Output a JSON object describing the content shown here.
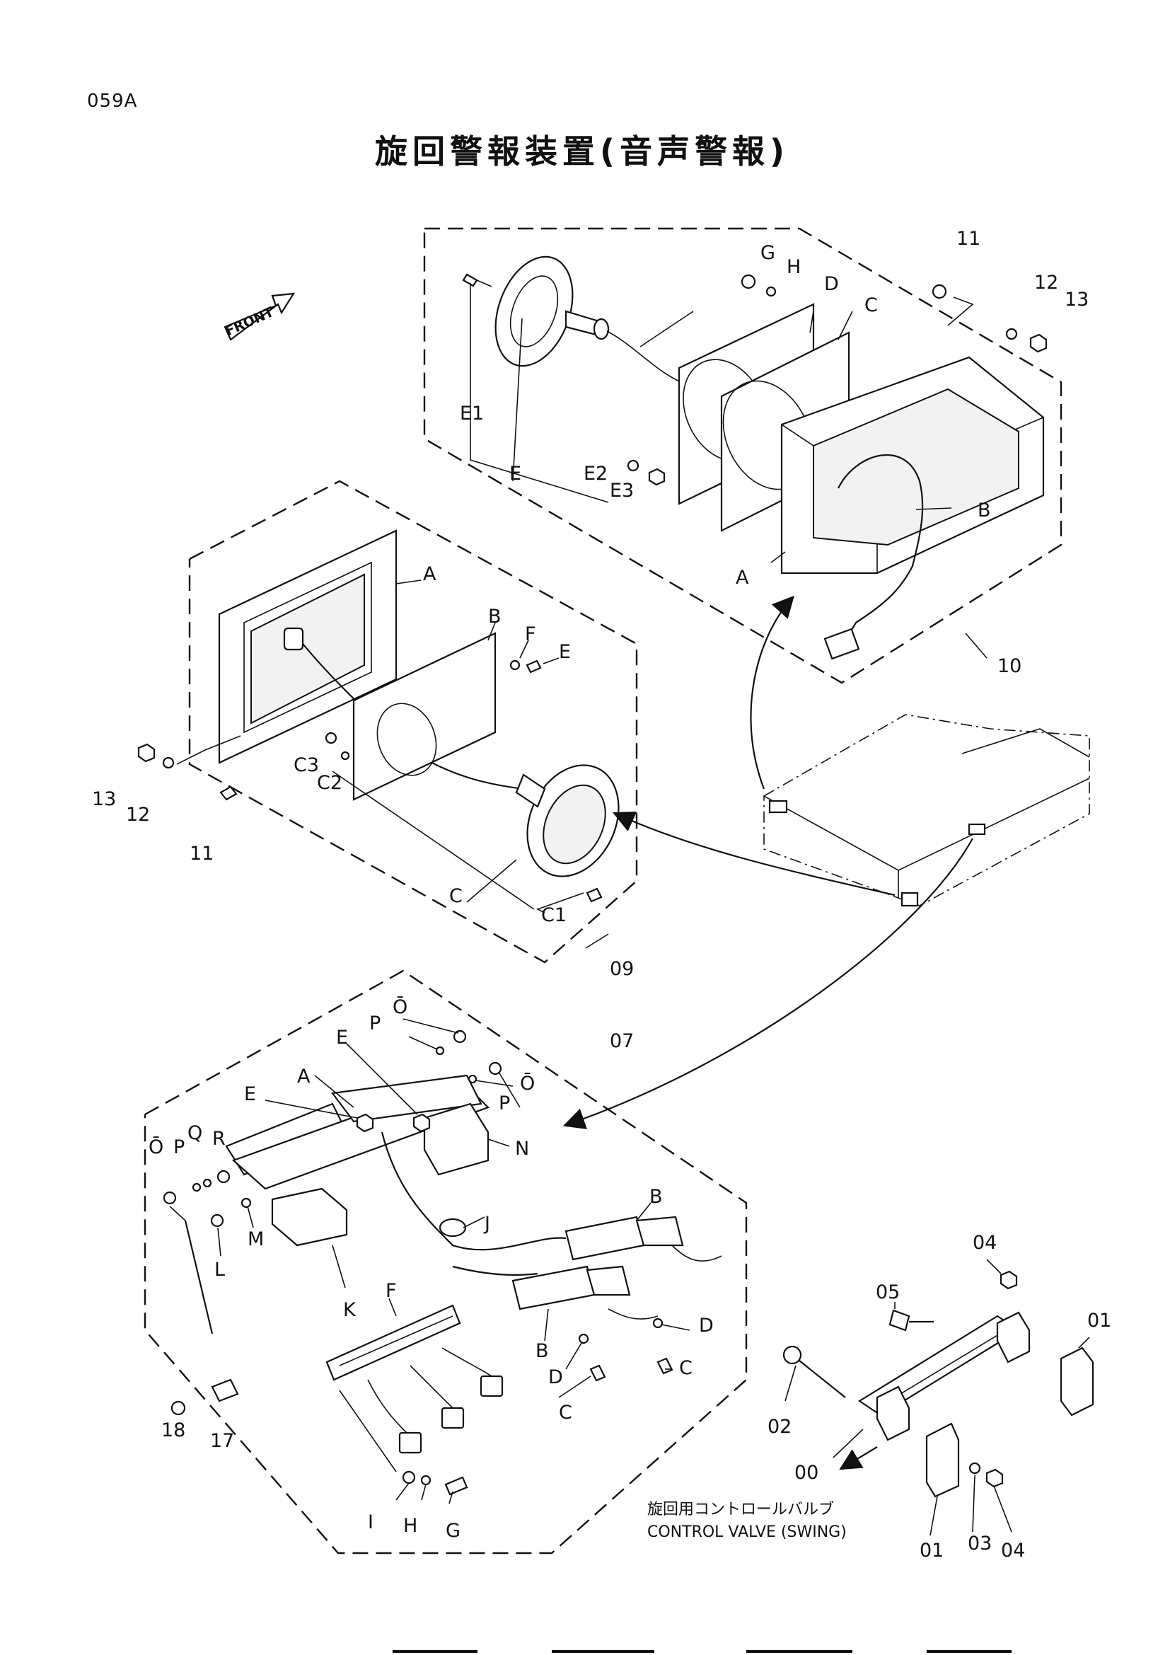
{
  "page_code": "059A",
  "title": "旋回警報装置(音声警報)",
  "front_label": "FRONT",
  "groups": {
    "g10": "10",
    "g09": "09",
    "g07": "07"
  },
  "labels_10": {
    "E1": "E1",
    "E": "E",
    "E2": "E2",
    "E3": "E3",
    "G": "G",
    "H": "H",
    "D": "D",
    "C": "C",
    "n11": "11",
    "n12": "12",
    "n13": "13",
    "B": "B",
    "A": "A"
  },
  "labels_09": {
    "A": "A",
    "B": "B",
    "F": "F",
    "E": "E",
    "C3": "C3",
    "C2": "C2",
    "C": "C",
    "C1": "C1",
    "n13": "13",
    "n12": "12",
    "n11": "11"
  },
  "labels_07": {
    "O1": "Ō",
    "P1": "P",
    "O2": "Ō",
    "P2": "P",
    "A": "A",
    "E1": "E",
    "E2": "E",
    "N": "N",
    "R": "R",
    "Q": "Q",
    "P3": "P",
    "O3": "Ō",
    "M": "M",
    "L": "L",
    "K": "K",
    "J": "J",
    "B1": "B",
    "B2": "B",
    "F": "F",
    "D1": "D",
    "D2": "D",
    "C1": "C",
    "C2": "C",
    "I": "I",
    "H": "H",
    "G": "G",
    "n18": "18",
    "n17": "17"
  },
  "labels_valve": {
    "n04a": "04",
    "n05": "05",
    "n01a": "01",
    "n02": "02",
    "n00": "00",
    "n01b": "01",
    "n03": "03",
    "n04b": "04"
  },
  "valve_caption_jp": "旋回用コントロールバルブ",
  "valve_caption_en": "CONTROL  VALVE (SWING)"
}
